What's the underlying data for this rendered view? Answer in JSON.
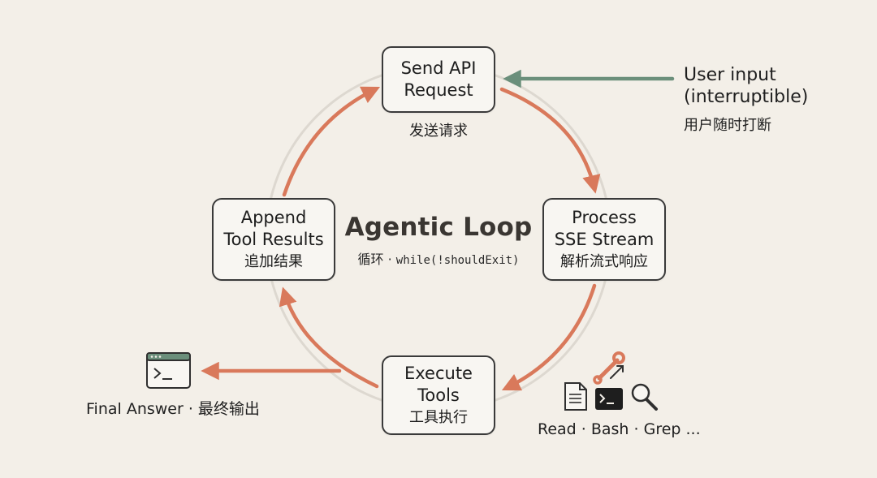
{
  "colors": {
    "background": "#f3efe8",
    "loop_arrow": "#d9795b",
    "user_arrow": "#6b8f7b",
    "exit_arrow": "#d9795b",
    "ring": "#ddd8d0",
    "node_border": "#3a3a3a"
  },
  "center": {
    "title": "Agentic Loop",
    "subtitle_zh": "循环 · ",
    "subtitle_code": "while(!shouldExit)"
  },
  "nodes": {
    "send": {
      "line1": "Send API",
      "line2": "Request",
      "zh": "发送请求"
    },
    "process": {
      "line1": "Process",
      "line2": "SSE Stream",
      "zh": "解析流式响应"
    },
    "execute": {
      "line1": "Execute",
      "line2": "Tools",
      "zh": "工具执行"
    },
    "append": {
      "line1": "Append",
      "line2": "Tool Results",
      "zh": "追加结果"
    }
  },
  "user_input": {
    "line1": "User input",
    "line2": "(interruptible)",
    "zh": "用户随时打断"
  },
  "final_answer": {
    "label": "Final Answer · 最终输出",
    "icon": "terminal-window-icon"
  },
  "tools": {
    "label": "Read · Bash · Grep ...",
    "icons": [
      "wrench-arrow-icon",
      "document-icon",
      "terminal-icon",
      "magnifier-icon"
    ]
  }
}
